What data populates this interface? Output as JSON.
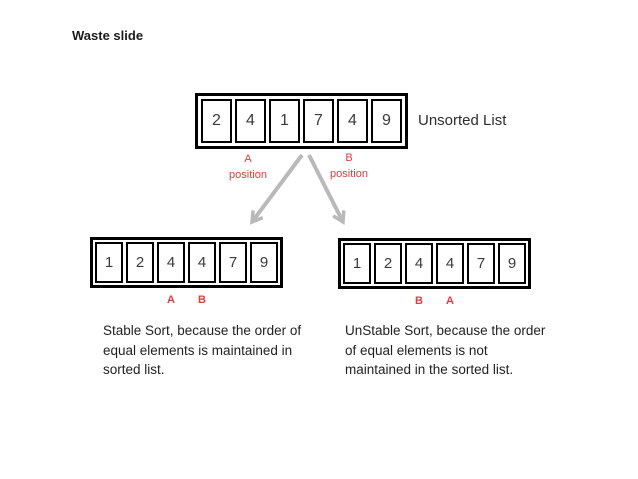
{
  "page": {
    "title": "Waste slide"
  },
  "unsorted_list": {
    "label": "Unsorted List",
    "values": [
      "2",
      "4",
      "1",
      "7",
      "4",
      "9"
    ]
  },
  "pointers": {
    "a": {
      "letter": "A",
      "word": "position"
    },
    "b": {
      "letter": "B",
      "word": "position"
    }
  },
  "stable": {
    "values": [
      "1",
      "2",
      "4",
      "4",
      "7",
      "9"
    ],
    "marker_left": "A",
    "marker_right": "B",
    "caption_lines": [
      "Stable Sort, because the order of",
      "equal elements is maintained in",
      "sorted list."
    ]
  },
  "unstable": {
    "values": [
      "1",
      "2",
      "4",
      "4",
      "7",
      "9"
    ],
    "marker_left": "B",
    "marker_right": "A",
    "caption_lines": [
      "UnStable Sort, because the order",
      "of equal elements is not",
      "maintained in the sorted list."
    ]
  },
  "colors": {
    "label_red": "#e23c3c",
    "arrow_gray": "#b9b9b9",
    "box_black": "#000000"
  }
}
